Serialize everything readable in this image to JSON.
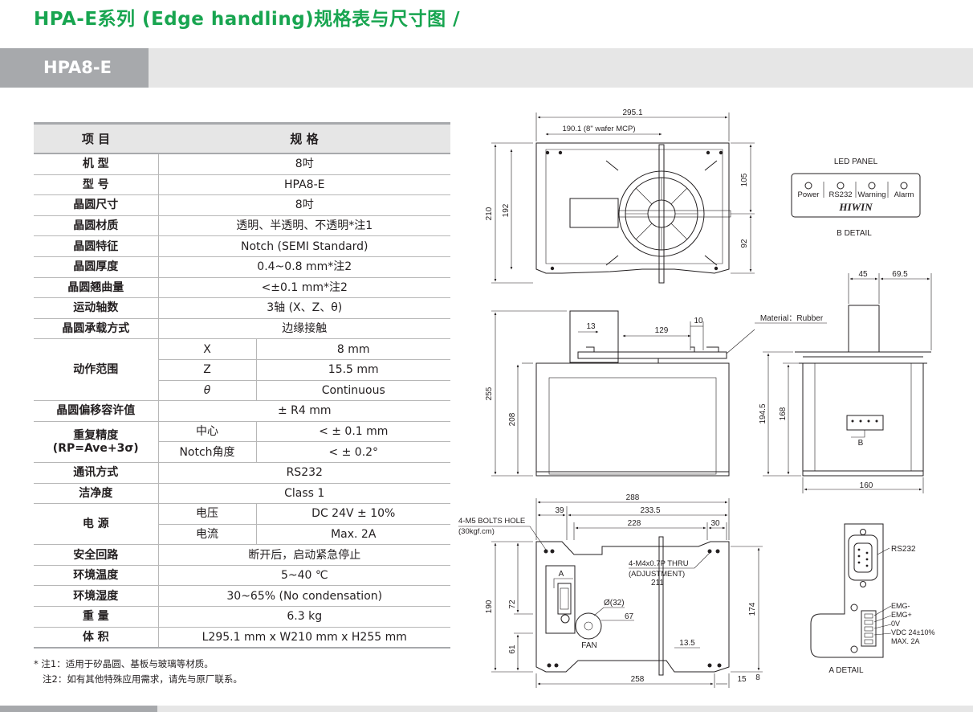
{
  "page_title": "HPA-E系列 (Edge handling)规格表与尺寸图 /",
  "model_tab": "HPA8-E",
  "spec_table": {
    "header": {
      "item": "项 目",
      "spec": "规 格"
    },
    "rows": {
      "type": {
        "label": "机 型",
        "value": "8吋"
      },
      "model": {
        "label": "型 号",
        "value": "HPA8-E"
      },
      "wafer_size": {
        "label": "晶圆尺寸",
        "value": "8吋"
      },
      "wafer_material": {
        "label": "晶圆材质",
        "value": "透明、半透明、不透明*注1"
      },
      "wafer_feature": {
        "label": "晶圆特征",
        "value": "Notch (SEMI Standard)"
      },
      "wafer_thickness": {
        "label": "晶圆厚度",
        "value": "0.4~0.8 mm*注2"
      },
      "wafer_warp": {
        "label": "晶圆翘曲量",
        "value": "<±0.1 mm*注2"
      },
      "axes": {
        "label": "运动轴数",
        "value": "3轴 (X、Z、θ)"
      },
      "carry": {
        "label": "晶圆承载方式",
        "value": "边缘接触"
      },
      "motion_range": {
        "label": "动作范围",
        "sub": [
          {
            "axis": "X",
            "value": "8 mm"
          },
          {
            "axis": "Z",
            "value": "15.5 mm"
          },
          {
            "axis": "θ",
            "value": "Continuous"
          }
        ]
      },
      "offset": {
        "label": "晶圆偏移容许值",
        "value": "± R4 mm"
      },
      "repeatability": {
        "label_1": "重复精度",
        "label_2": "(RP=Ave+3σ)",
        "sub": [
          {
            "name": "中心",
            "value": "< ± 0.1 mm"
          },
          {
            "name": "Notch角度",
            "value": "< ± 0.2°"
          }
        ]
      },
      "comm": {
        "label": "通讯方式",
        "value": "RS232"
      },
      "clean": {
        "label": "洁净度",
        "value": "Class 1"
      },
      "power": {
        "label": "电 源",
        "sub": [
          {
            "name": "电压",
            "value": "DC 24V ± 10%"
          },
          {
            "name": "电流",
            "value": "Max. 2A"
          }
        ]
      },
      "safety": {
        "label": "安全回路",
        "value": "断开后，启动紧急停止"
      },
      "temp": {
        "label": "环境温度",
        "value": "5~40 ℃"
      },
      "humidity": {
        "label": "环境湿度",
        "value": "30~65% (No condensation)"
      },
      "weight": {
        "label": "重 量",
        "value": "6.3 kg"
      },
      "volume": {
        "label": "体 积",
        "value": "L295.1 mm x W210 mm x H255 mm"
      }
    }
  },
  "notes": {
    "note1": "* 注1：适用于矽晶圆、基板与玻璃等材质。",
    "note2": "注2：如有其他特殊应用需求，请先与原厂联系。"
  },
  "drawing": {
    "top_view": {
      "w_total": "295.1",
      "w_mcp": "190.1 (8\" wafer MCP)",
      "h_210": "210",
      "h_192": "192",
      "h_105": "105",
      "h_92": "92"
    },
    "led_panel": {
      "title": "LED PANEL",
      "labels": [
        "Power",
        "RS232",
        "Warning",
        "Alarm"
      ],
      "brand": "HIWIN",
      "caption": "B DETAIL"
    },
    "front_view": {
      "d13": "13",
      "d129": "129",
      "d10": "10",
      "h255": "255",
      "h208": "208",
      "material": "Material：Rubber"
    },
    "side_view": {
      "d45": "45",
      "d69_5": "69.5",
      "h194_5": "194.5",
      "h168": "168",
      "w160": "160",
      "b_mark": "B"
    },
    "bottom_view": {
      "bolts": "4-M5 BOLTS HOLE",
      "bolts_torque": "(30kgf.cm)",
      "d288": "288",
      "d39": "39",
      "d233_5": "233.5",
      "d228": "228",
      "d30": "30",
      "thru": "4-M4x0.7P THRU",
      "adjust": "(ADJUSTMENT)",
      "d211": "211",
      "a_mark": "A",
      "fan_dia": "Ø(32)",
      "d67": "67",
      "fan": "FAN",
      "h190": "190",
      "h72": "72",
      "h61": "61",
      "h174": "174",
      "d13_5": "13.5",
      "d258": "258",
      "d15": "15",
      "d8": "8"
    },
    "a_detail": {
      "rs232": "RS232",
      "pins": [
        "EMG-",
        "EMG+",
        "0V",
        "VDC 24±10%",
        "MAX. 2A"
      ],
      "caption": "A DETAIL"
    }
  }
}
